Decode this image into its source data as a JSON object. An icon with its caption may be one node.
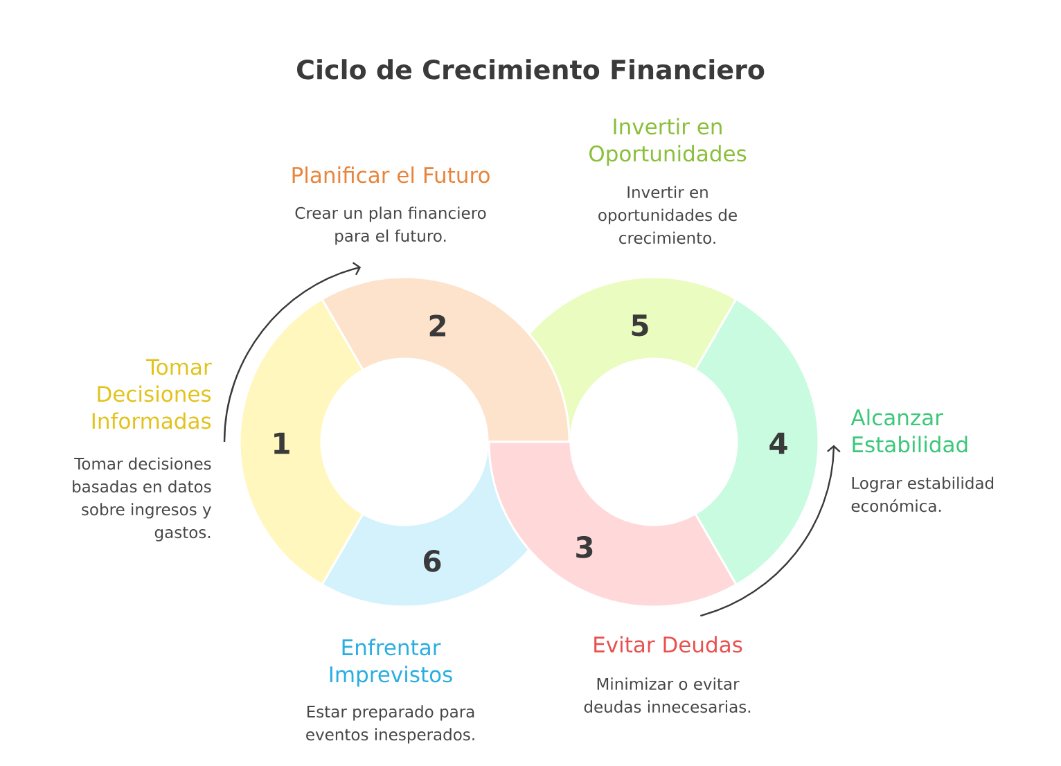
{
  "diagram": {
    "title": "Ciclo de Crecimiento Financiero",
    "nodes": [
      {
        "text": [
          "1"
        ],
        "beside": [
          "Tomar Decisiones Informadas",
          "Tomar decisiones basadas en datos sobre ingresos y gastos."
        ]
      },
      {
        "text": [
          "2"
        ],
        "beside": [
          "Planificar el Futuro",
          "Crear un plan financiero para el futuro."
        ]
      },
      {
        "text": [
          "3"
        ],
        "beside": [
          "Evitar Deudas",
          "Minimizar o evitar deudas innecesarias."
        ]
      },
      {
        "text": [
          "4"
        ],
        "beside": [
          "Alcanzar Estabilidad",
          "Lograr estabilidad económica."
        ]
      },
      {
        "text": [
          "5"
        ],
        "beside": [
          "Invertir en Oportunidades",
          "Invertir en oportunidades de crecimiento."
        ]
      },
      {
        "text": [
          "6"
        ],
        "beside": [
          "Enfrentar Imprevistos",
          "Estar preparado para eventos inesperados."
        ]
      }
    ]
  }
}
